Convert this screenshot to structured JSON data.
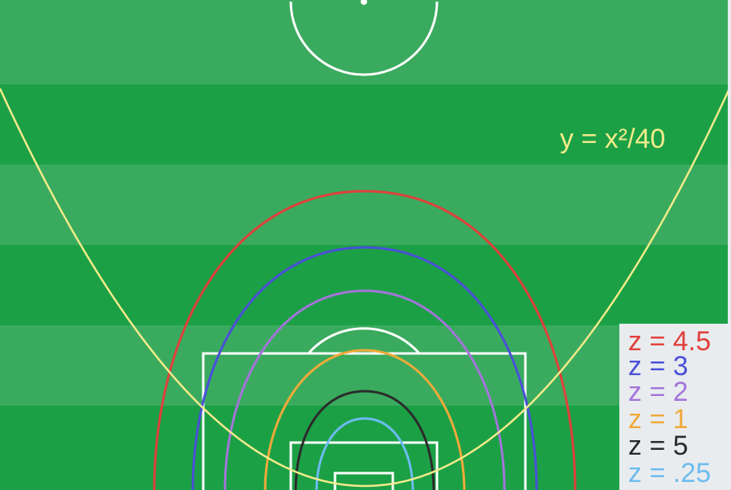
{
  "pitch": {
    "stripe_light": "#3aab5e",
    "stripe_dark": "#1ca046",
    "line_color": "#ffffff",
    "edge_color": "#e9ecef"
  },
  "parabola": {
    "label": "y = x²/40",
    "color": "#f2eb8a"
  },
  "legend": {
    "background": "#e9ecef",
    "entries": [
      {
        "text": "z = 4.5",
        "color": "#e0403c"
      },
      {
        "text": "z = 3",
        "color": "#4b4fd8"
      },
      {
        "text": "z = 2",
        "color": "#a374d9"
      },
      {
        "text": "z = 1",
        "color": "#efaa3a"
      },
      {
        "text": "z = 5",
        "color": "#2b2b2b"
      },
      {
        "text": "z = .25",
        "color": "#6dbcf0"
      }
    ]
  }
}
